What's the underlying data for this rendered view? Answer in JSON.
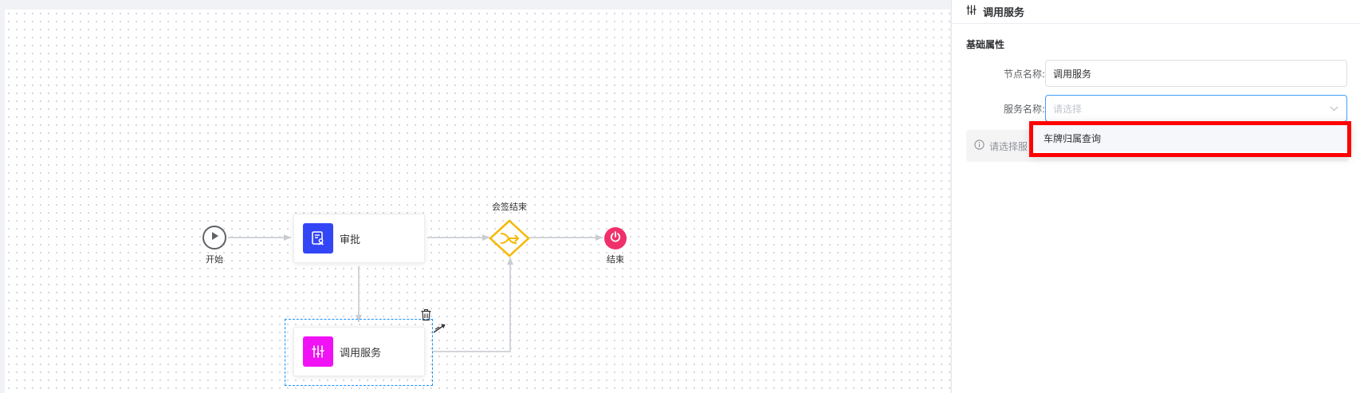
{
  "canvas": {
    "nodes": {
      "start": {
        "label": "开始",
        "icon": "play-icon"
      },
      "approve": {
        "label": "审批",
        "icon": "approval-doc-icon",
        "color": "#3346f5"
      },
      "gateway": {
        "label": "会签结束",
        "icon": "merge-gateway-icon",
        "color": "#f5b800"
      },
      "end": {
        "label": "结束",
        "icon": "power-icon",
        "color": "#f0306a"
      },
      "service": {
        "label": "调用服务",
        "icon": "sliders-icon",
        "color": "#f012f5",
        "selected": true
      }
    },
    "tools": {
      "delete": "trash-icon",
      "connect": "connect-arrow-icon"
    }
  },
  "panel": {
    "title": "调用服务",
    "title_icon": "sliders-icon",
    "section": "基础属性",
    "fields": {
      "node_name": {
        "label": "节点名称:",
        "value": "调用服务"
      },
      "service_name": {
        "label": "服务名称:",
        "placeholder": "请选择",
        "value": ""
      }
    },
    "info_text": "请选择服",
    "dropdown": {
      "options": [
        "车牌归属查询"
      ]
    }
  },
  "colors": {
    "accent": "#409eff",
    "highlight": "#ff0000"
  }
}
